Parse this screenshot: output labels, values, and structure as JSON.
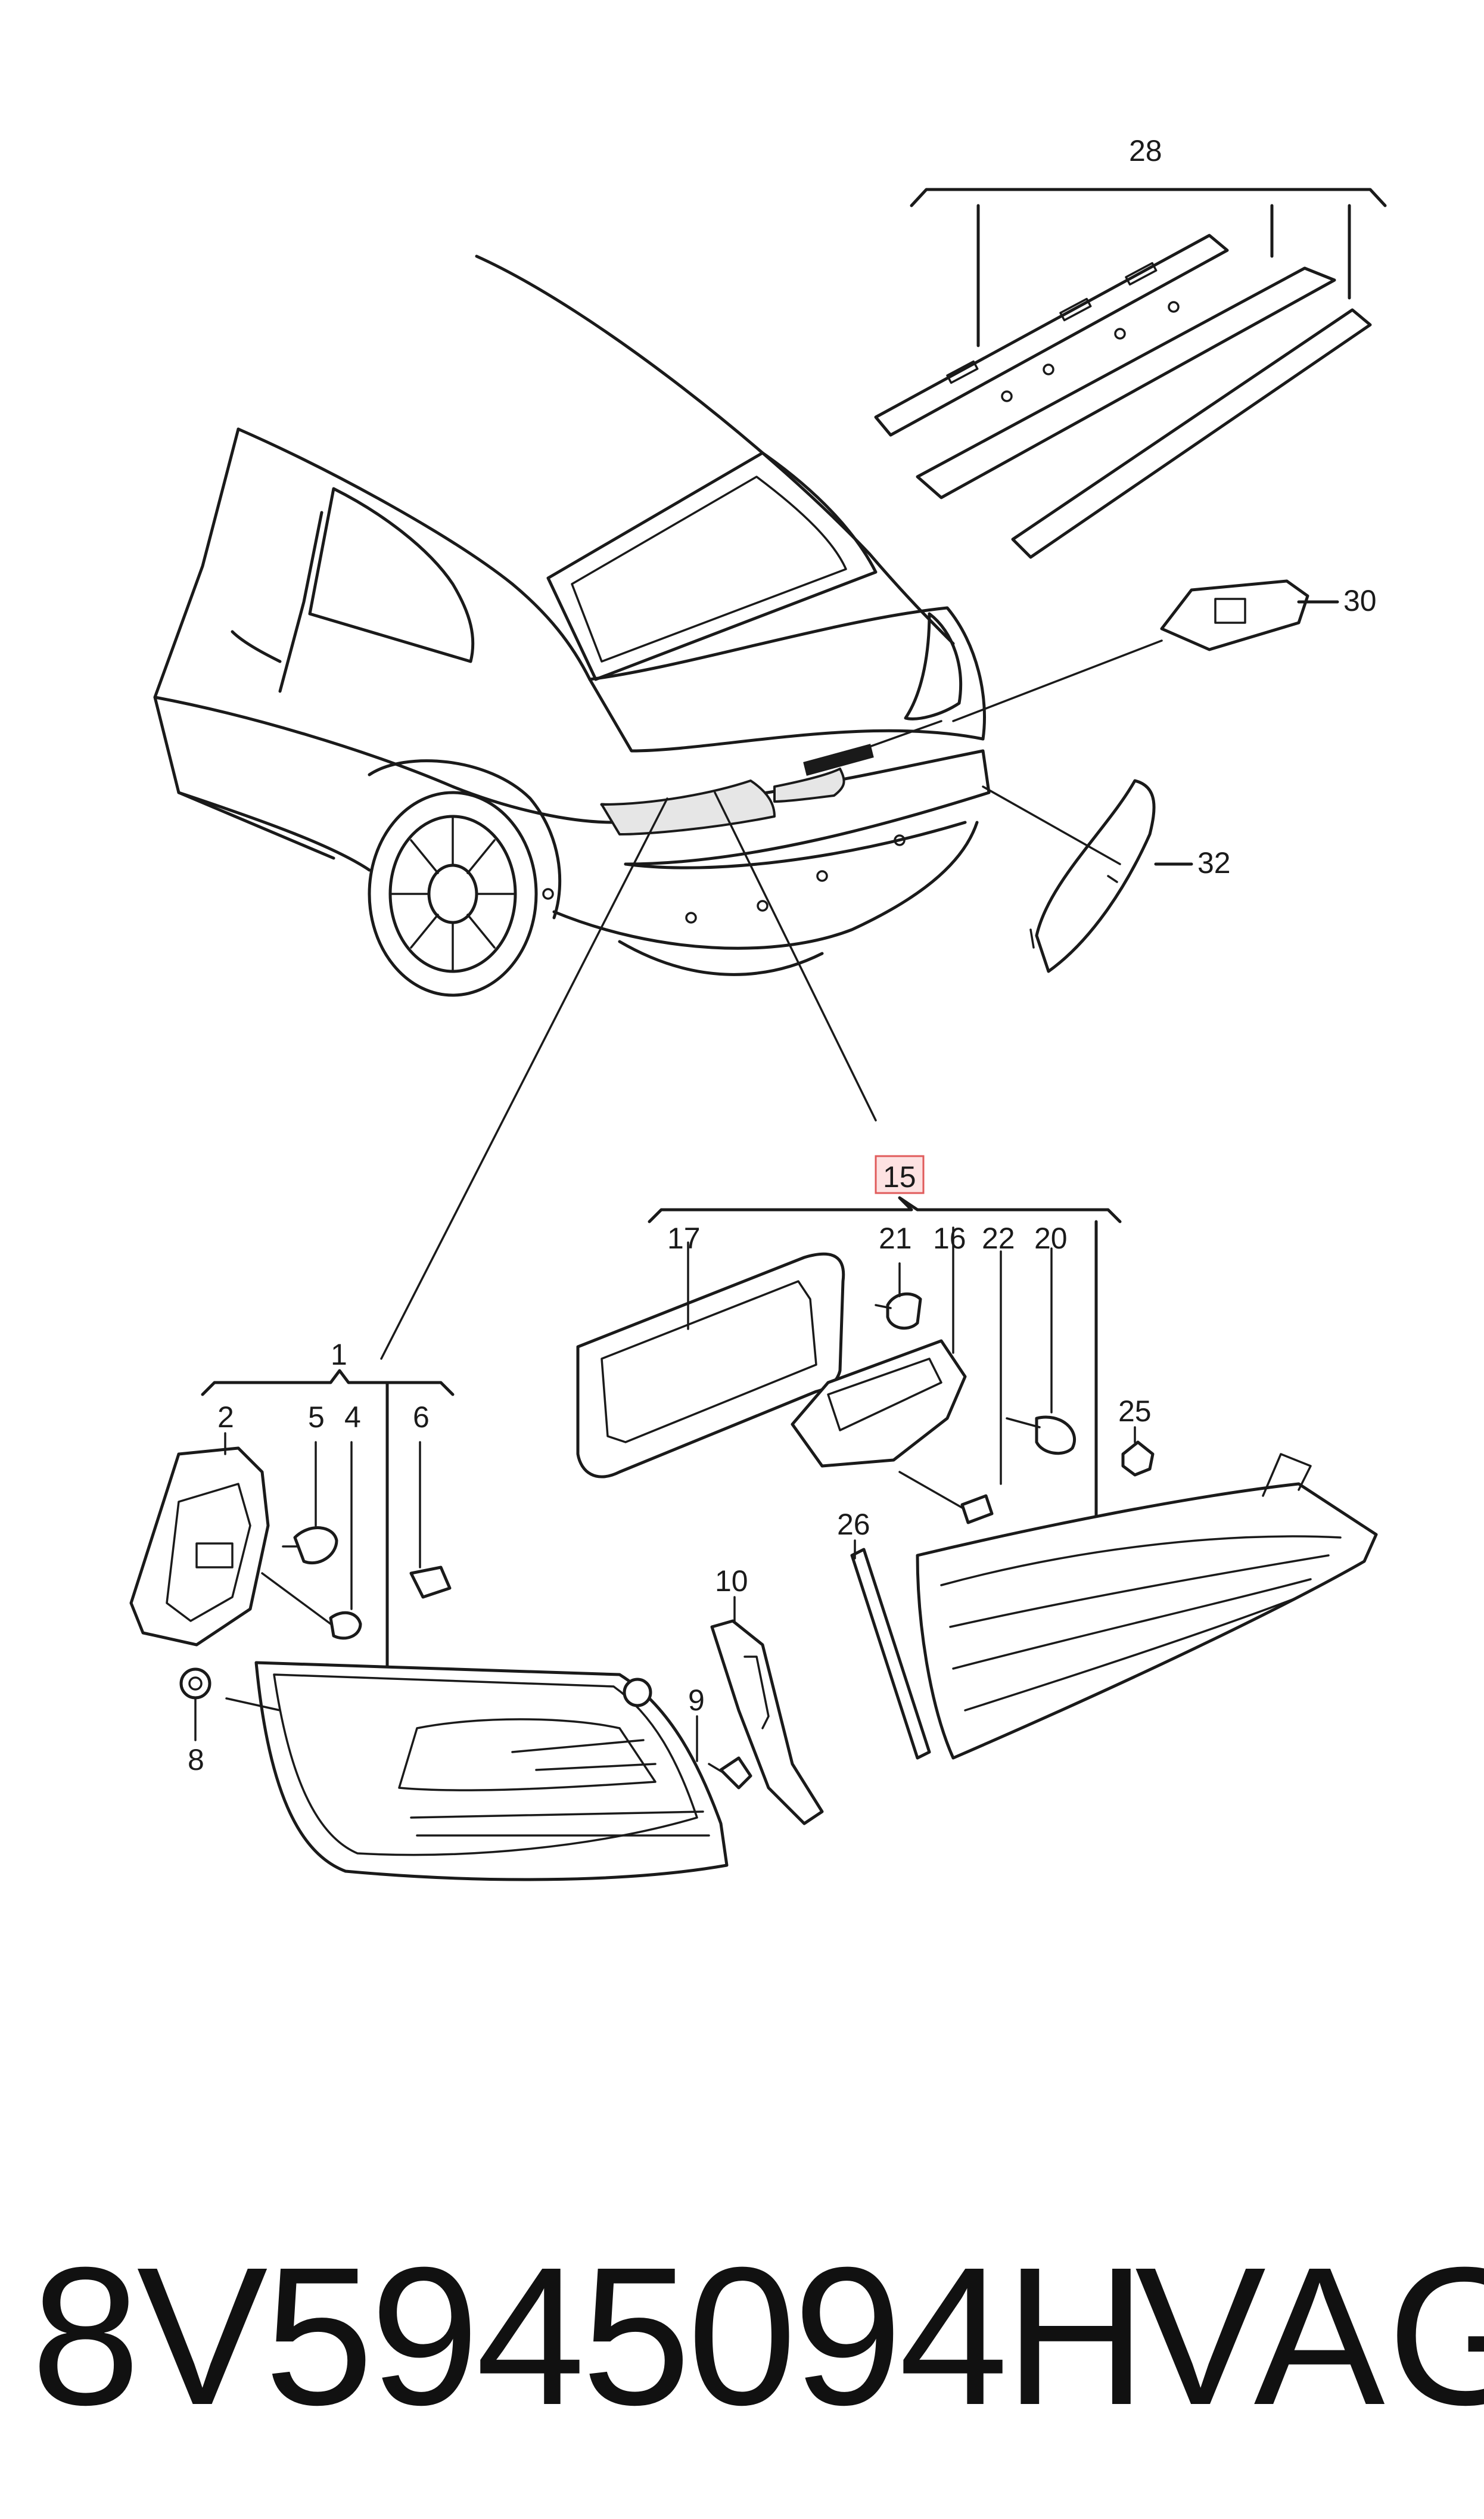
{
  "diagram": {
    "callouts": {
      "c1": "1",
      "c2": "2",
      "c4": "4",
      "c5": "5",
      "c6": "6",
      "c8": "8",
      "c9": "9",
      "c10": "10",
      "c15": "15",
      "c16": "16",
      "c17": "17",
      "c20": "20",
      "c21": "21",
      "c22": "22",
      "c25": "25",
      "c26": "26",
      "c28": "28",
      "c30": "30",
      "c32": "32"
    },
    "highlight_color": "#e05b5b"
  },
  "footer": {
    "part_number": "8V5945094H",
    "brand": "VAG"
  }
}
